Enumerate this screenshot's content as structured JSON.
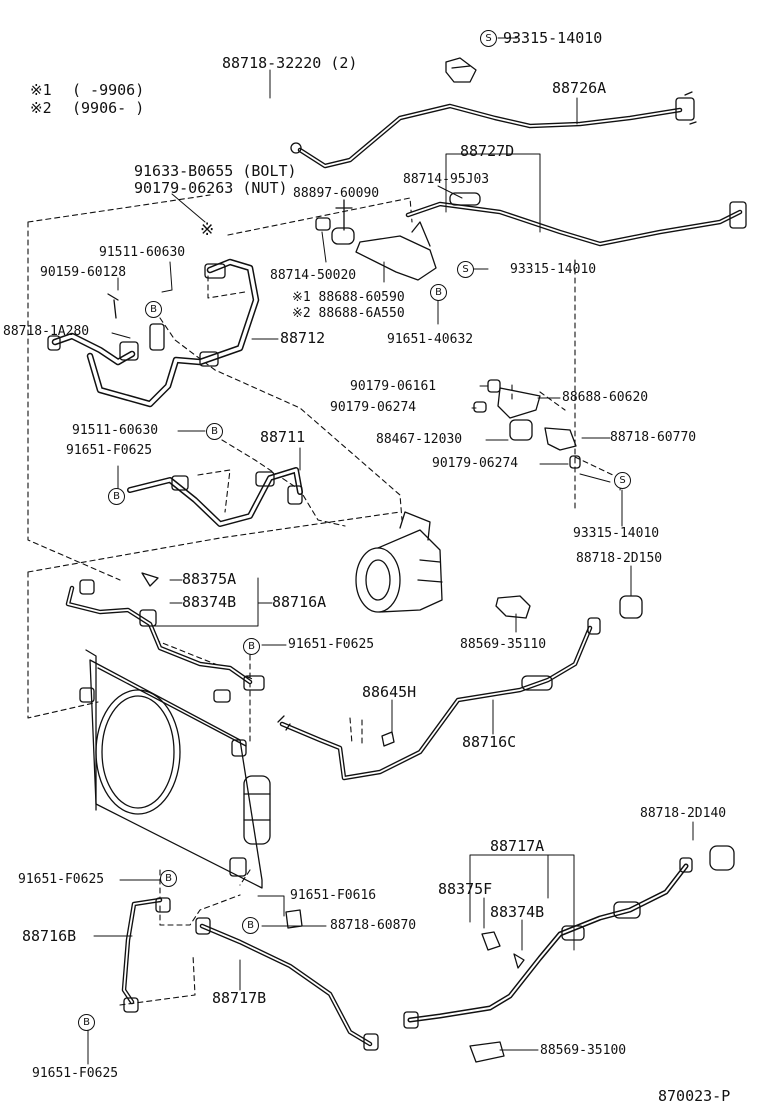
{
  "legend": [
    {
      "mark": "※1",
      "range": "(      -9906)"
    },
    {
      "mark": "※2",
      "range": "(9906-      )"
    }
  ],
  "labels": {
    "p9331514010_a": "93315-14010",
    "p8871832220": "88718-32220 (2)",
    "p88726A": "88726A",
    "p91633B0655": "91633-B0655 (BOLT)",
    "p9017906263": "90179-06263 (NUT)",
    "p88727D": "88727D",
    "p8871495J03": "88714-95J03",
    "p8889760090": "88897-60090",
    "p9151160630_a": "91511-60630",
    "p9015960128": "90159-60128",
    "p887181A280": "88718-1A280",
    "p8871450020": "88714-50020",
    "p9331514010_b": "93315-14010",
    "p8868860590": "※1 88688-60590",
    "p886886A550": "※2 88688-6A550",
    "p88712": "88712",
    "p9165140632": "91651-40632",
    "p9017906161": "90179-06161",
    "p8868860620": "88688-60620",
    "p9017906274_a": "90179-06274",
    "p9151160630_b": "91511-60630",
    "p88711": "88711",
    "p8846712030": "88467-12030",
    "p8871860770": "88718-60770",
    "p91651F0625_a": "91651-F0625",
    "p9017906274_b": "90179-06274",
    "p9331514010_c": "93315-14010",
    "p887182D150": "88718-2D150",
    "p88375A": "88375A",
    "p88374B_a": "88374B",
    "p88716A": "88716A",
    "p8856935110": "88569-35110",
    "p91651F0625_b": "91651-F0625",
    "p88645H": "88645H",
    "p88716C": "88716C",
    "p887182D140": "88718-2D140",
    "p88717A": "88717A",
    "p91651F0625_c": "91651-F0625",
    "p88375F": "88375F",
    "p91651F0616": "91651-F0616",
    "p88374B_b": "88374B",
    "p8871860870": "88718-60870",
    "p88716B": "88716B",
    "p88717B": "88717B",
    "p8856935100": "88569-35100",
    "p91651F0625_d": "91651-F0625",
    "footer": "870023-P"
  },
  "badges": {
    "s": "S",
    "b": "B"
  },
  "mark": "※"
}
